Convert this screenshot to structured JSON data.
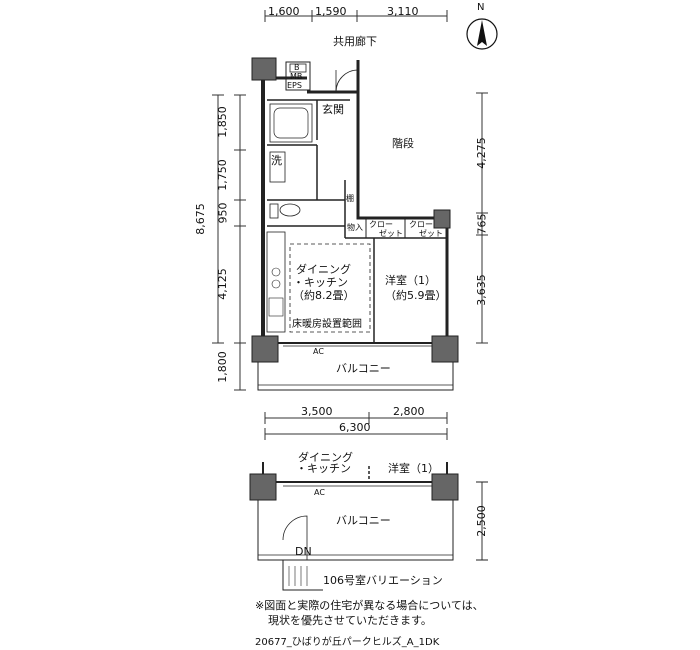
{
  "plan": {
    "corridor": "共用廊下",
    "stairs": "階段",
    "entrance": "玄関",
    "wash": "洗",
    "shelf": "棚",
    "storage": "物入",
    "closet_1": "クロー",
    "closet_1b": "ゼット",
    "closet_2": "クロー",
    "closet_2b": "ゼット",
    "mb_b": "B",
    "mb": "MB",
    "eps": "EPS",
    "dk_name": "ダイニング",
    "dk_name2": "・キッチン",
    "dk_size": "（約8.2畳）",
    "room_name": "洋室（1）",
    "room_size": "（約5.9畳）",
    "floor_heating": "床暖房設置範囲",
    "ac": "AC",
    "balcony": "バルコニー"
  },
  "dimensions": {
    "top": [
      "1,600",
      "1,590",
      "3,110"
    ],
    "left": [
      "1,850",
      "1,750",
      "950",
      "4,125",
      "1,800"
    ],
    "left_total": "8,675",
    "right": [
      "4,275",
      "765",
      "3,635"
    ],
    "bottom": [
      "3,500",
      "2,800"
    ],
    "bottom_total": "6,300",
    "variation_right": "2,500"
  },
  "variation": {
    "dk_name": "ダイニング",
    "dk_name2": "・キッチン",
    "room_name": "洋室（1）",
    "ac": "AC",
    "balcony": "バルコニー",
    "dn": "DN",
    "caption": "106号室バリエーション"
  },
  "compass": "N",
  "note_line1": "※図面と実際の住宅が異なる場合については、",
  "note_line2": "現状を優先させていただきます。",
  "footer_id": "20677_ひばりが丘パークヒルズ_A_1DK"
}
